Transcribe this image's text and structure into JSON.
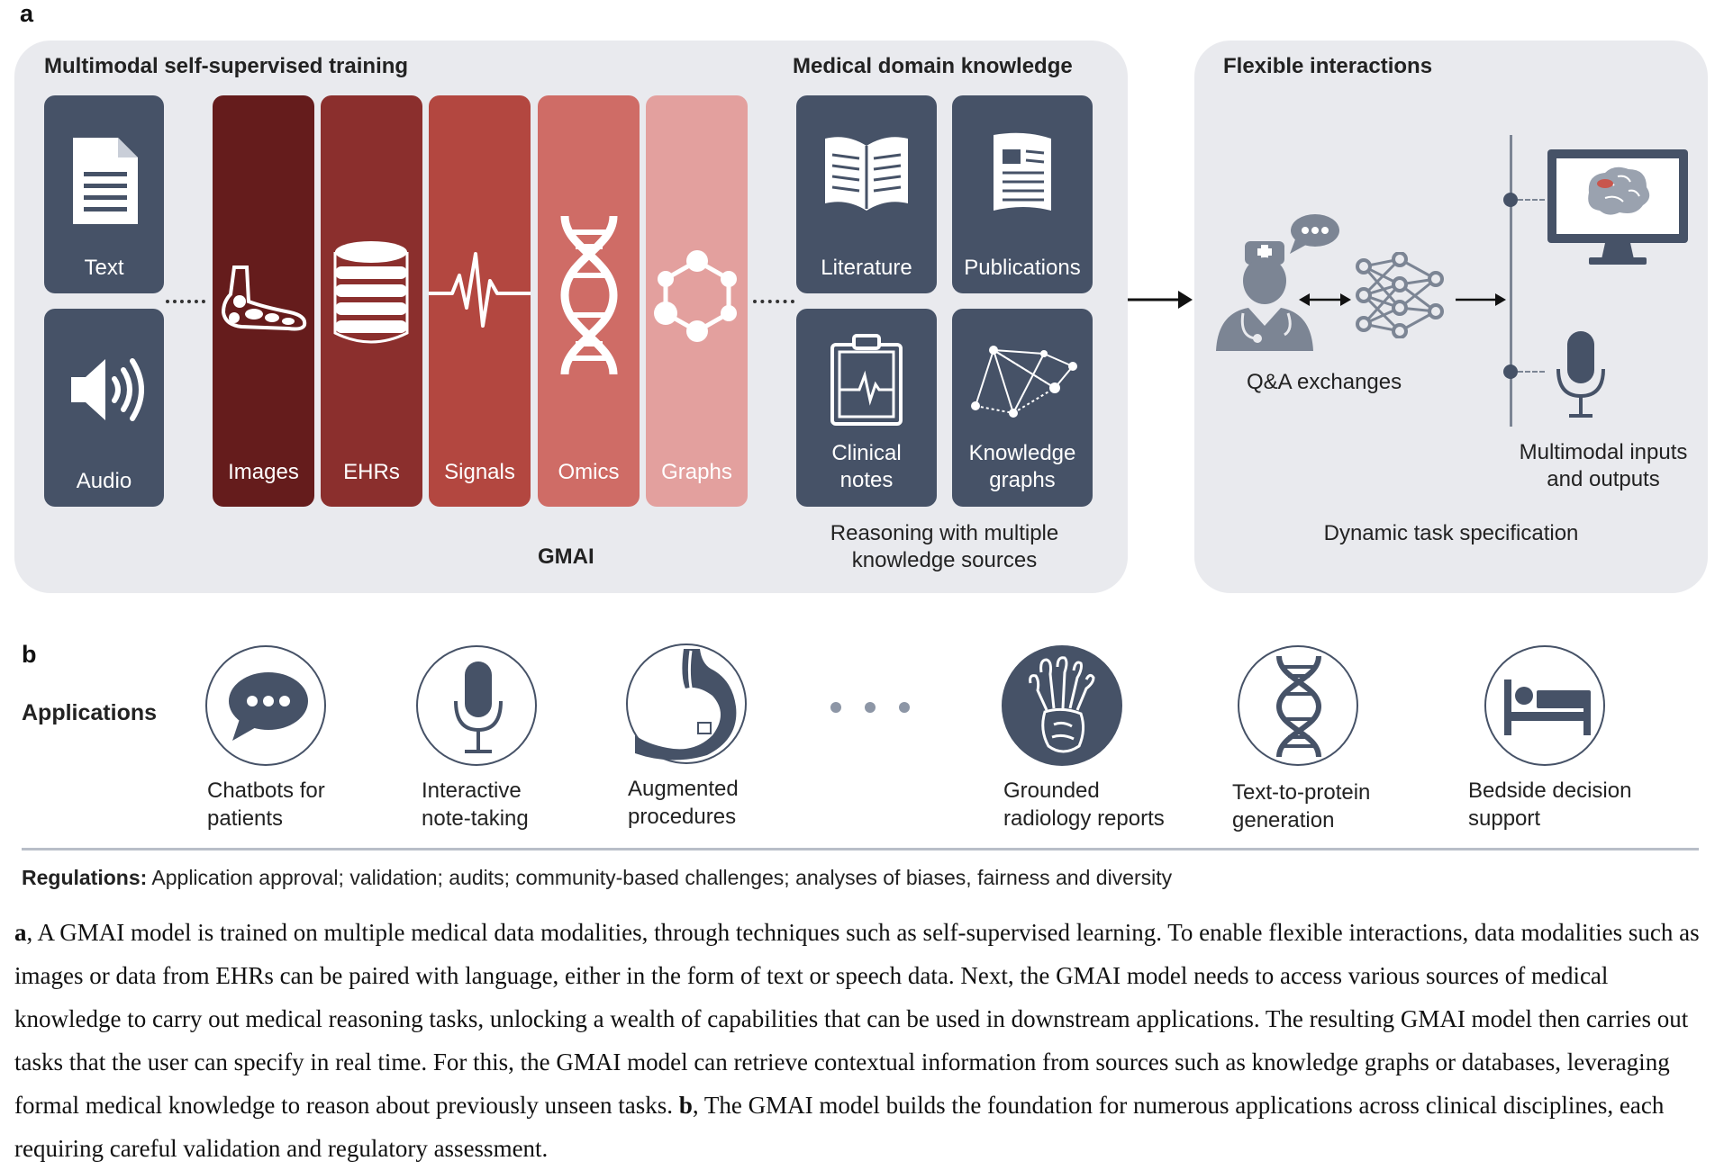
{
  "panel_a": {
    "label": "a",
    "training_title": "Multimodal self-supervised training",
    "knowledge_title": "Medical domain knowledge",
    "interactions_title": "Flexible interactions",
    "modalities": {
      "text": "Text",
      "audio": "Audio",
      "images": "Images",
      "ehrs": "EHRs",
      "signals": "Signals",
      "omics": "Omics",
      "graphs": "Graphs"
    },
    "knowledge": {
      "literature": "Literature",
      "publications": "Publications",
      "clinical_notes_1": "Clinical",
      "clinical_notes_2": "notes",
      "knowledge_graphs_1": "Knowledge",
      "knowledge_graphs_2": "graphs"
    },
    "gmai": "GMAI",
    "reasoning_1": "Reasoning with multiple",
    "reasoning_2": "knowledge sources",
    "qa": "Q&A exchanges",
    "multimodal_io_1": "Multimodal inputs",
    "multimodal_io_2": "and outputs",
    "dynamic_task": "Dynamic task specification"
  },
  "panel_b": {
    "label": "b",
    "applications_title": "Applications",
    "apps": {
      "chatbots_1": "Chatbots for",
      "chatbots_2": "patients",
      "notes_1": "Interactive",
      "notes_2": "note-taking",
      "procedures_1": "Augmented",
      "procedures_2": "procedures",
      "radiology_1": "Grounded",
      "radiology_2": "radiology reports",
      "protein_1": "Text-to-protein",
      "protein_2": "generation",
      "bedside_1": "Bedside decision",
      "bedside_2": "support"
    },
    "regulations_label": "Regulations:",
    "regulations_text": " Application approval; validation; audits; community-based challenges; analyses of biases, fairness and diversity"
  },
  "caption": {
    "a_label": "a",
    "a_text": ", A GMAI model is trained on multiple medical data modalities, through techniques such as self-supervised learning. To enable flexible interactions, data modalities such as images or data from EHRs can be paired with language, either in the form of text or speech data. Next, the GMAI model needs to access various sources of medical knowledge to carry out medical reasoning tasks, unlocking a wealth of capabilities that can be used in downstream applications. The resulting GMAI model then carries out tasks that the user can specify in real time. For this, the GMAI model can retrieve contextual information from sources such as knowledge graphs or databases, leveraging formal medical knowledge to reason about previously unseen tasks. ",
    "b_label": "b",
    "b_text": ", The GMAI model builds the foundation for numerous applications across clinical disciplines, each requiring careful validation and regulatory assessment."
  },
  "colors": {
    "navy": "#465267",
    "images": "#651c1c",
    "ehrs": "#8b2f2d",
    "signals": "#b34740",
    "omics": "#cf6c66",
    "graphs": "#e3a09e",
    "panel_bg": "#e9eaee"
  },
  "icons": [
    "document-icon",
    "speaker-icon",
    "foot-xray-icon",
    "database-icon",
    "waveform-icon",
    "dna-icon",
    "molecule-graph-icon",
    "open-book-icon",
    "newspaper-icon",
    "clipboard-ecg-icon",
    "network-graph-icon",
    "doctor-icon",
    "speech-bubble-icon",
    "neural-network-icon",
    "monitor-brain-icon",
    "microphone-icon",
    "chat-bubble-icon",
    "stomach-endoscope-icon",
    "foot-bones-icon",
    "bed-icon"
  ]
}
